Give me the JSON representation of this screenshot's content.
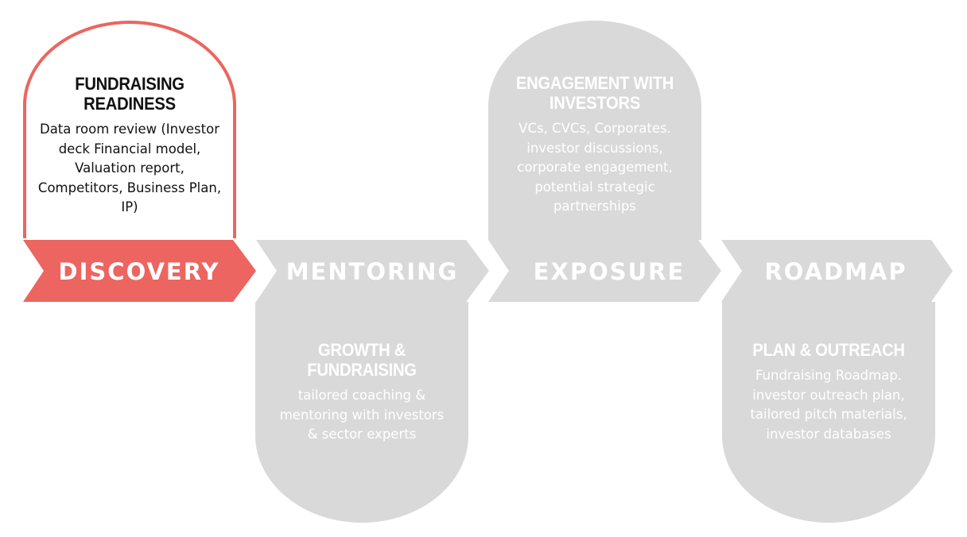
{
  "colors": {
    "active": "#ec6560",
    "inactive": "#d9d9d9",
    "active_text": "#111111",
    "inactive_text": "#ffffff"
  },
  "steps": [
    {
      "label": "DISCOVERY",
      "active": true,
      "card": {
        "title": "FUNDRAISING READINESS",
        "body": "Data room review (Investor deck Financial model, Valuation report, Competitors, Business Plan, IP)"
      }
    },
    {
      "label": "MENTORING",
      "active": false,
      "card": {
        "title": "GROWTH & FUNDRAISING",
        "body": "tailored coaching & mentoring with investors & sector experts"
      }
    },
    {
      "label": "EXPOSURE",
      "active": false,
      "card": {
        "title": "ENGAGEMENT WITH INVESTORS",
        "body": "VCs, CVCs, Corporates. investor discussions, corporate engagement, potential strategic partnerships"
      }
    },
    {
      "label": "ROADMAP",
      "active": false,
      "card": {
        "title": "PLAN & OUTREACH",
        "body": "Fundraising Roadmap. investor outreach plan, tailored pitch materials, investor databases"
      }
    }
  ]
}
